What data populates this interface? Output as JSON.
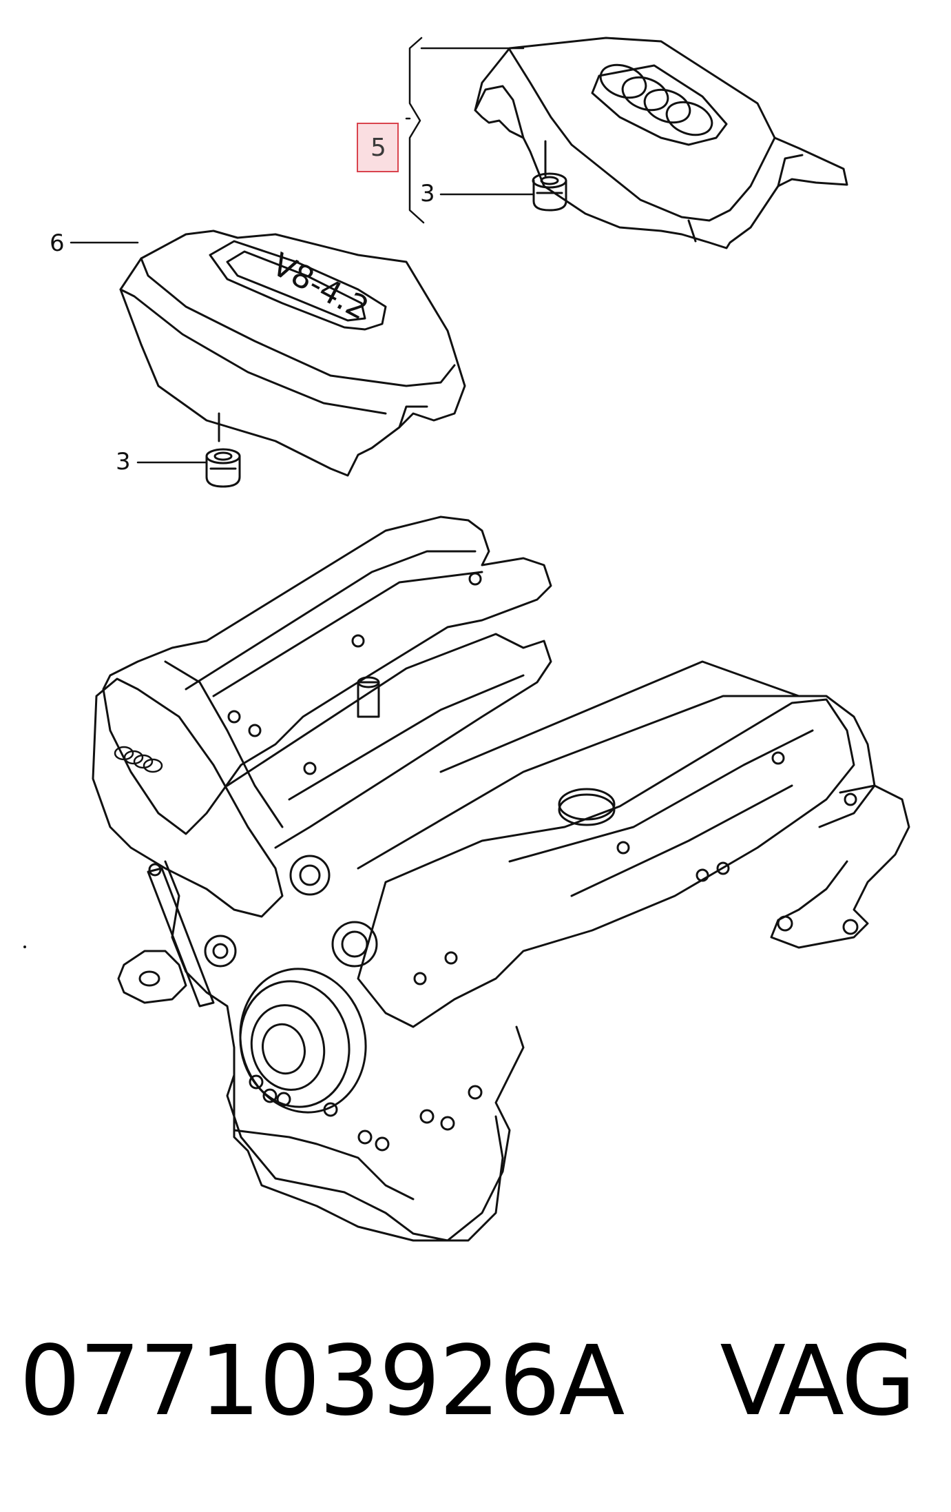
{
  "callouts": {
    "label_5": "5",
    "label_3_top": "3",
    "label_6": "6",
    "label_3_bottom": "3"
  },
  "cover_top": {
    "emblem": "audi-rings"
  },
  "cover_middle": {
    "badge_text": "V8-4.2"
  },
  "engine": {
    "emblem": "audi-rings"
  },
  "footer": {
    "part_number": "077103926A",
    "brand": "VAG"
  },
  "colors": {
    "line": "#111111",
    "highlight_border": "#d9434d",
    "highlight_fill": "#f4a9b2"
  }
}
